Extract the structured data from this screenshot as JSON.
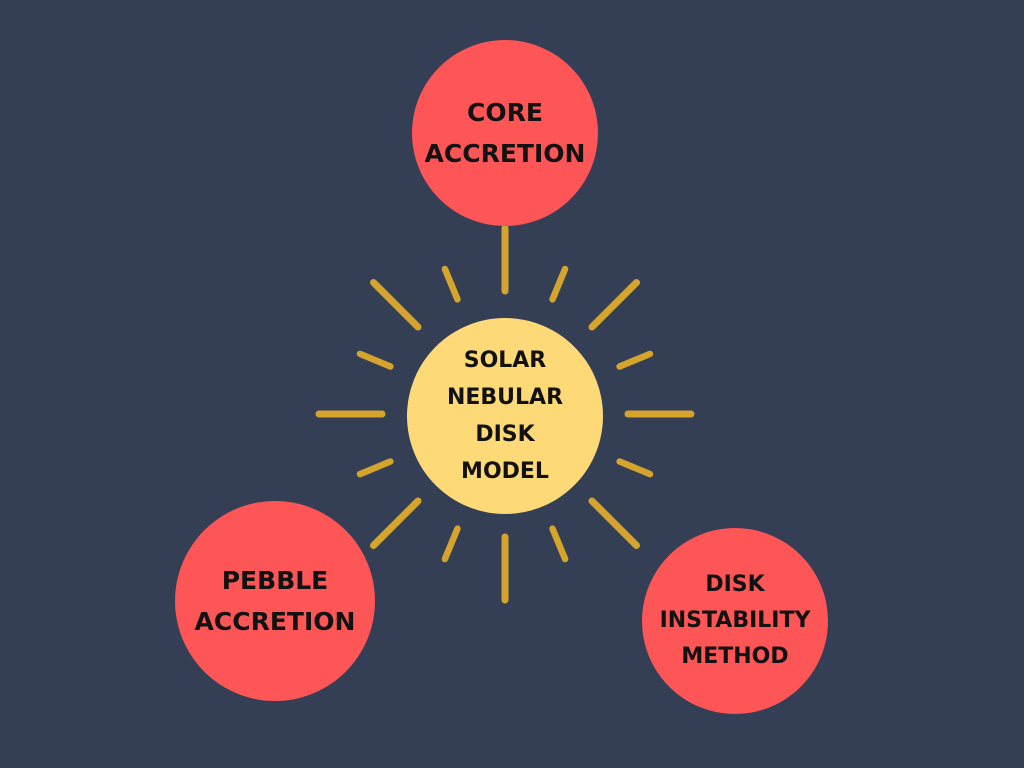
{
  "diagram": {
    "center": {
      "label": "SOLAR\nNEBULAR\nDISK\nMODEL"
    },
    "nodes": [
      {
        "label": "CORE\nACCRETION"
      },
      {
        "label": "PEBBLE\nACCRETION"
      },
      {
        "label": "DISK\nINSTABILITY\nMETHOD"
      }
    ]
  },
  "colors": {
    "background": "#343e54",
    "center_fill": "#fed978",
    "node_fill": "#fe5556",
    "rays": "#d5a42c",
    "text": "#121212"
  }
}
